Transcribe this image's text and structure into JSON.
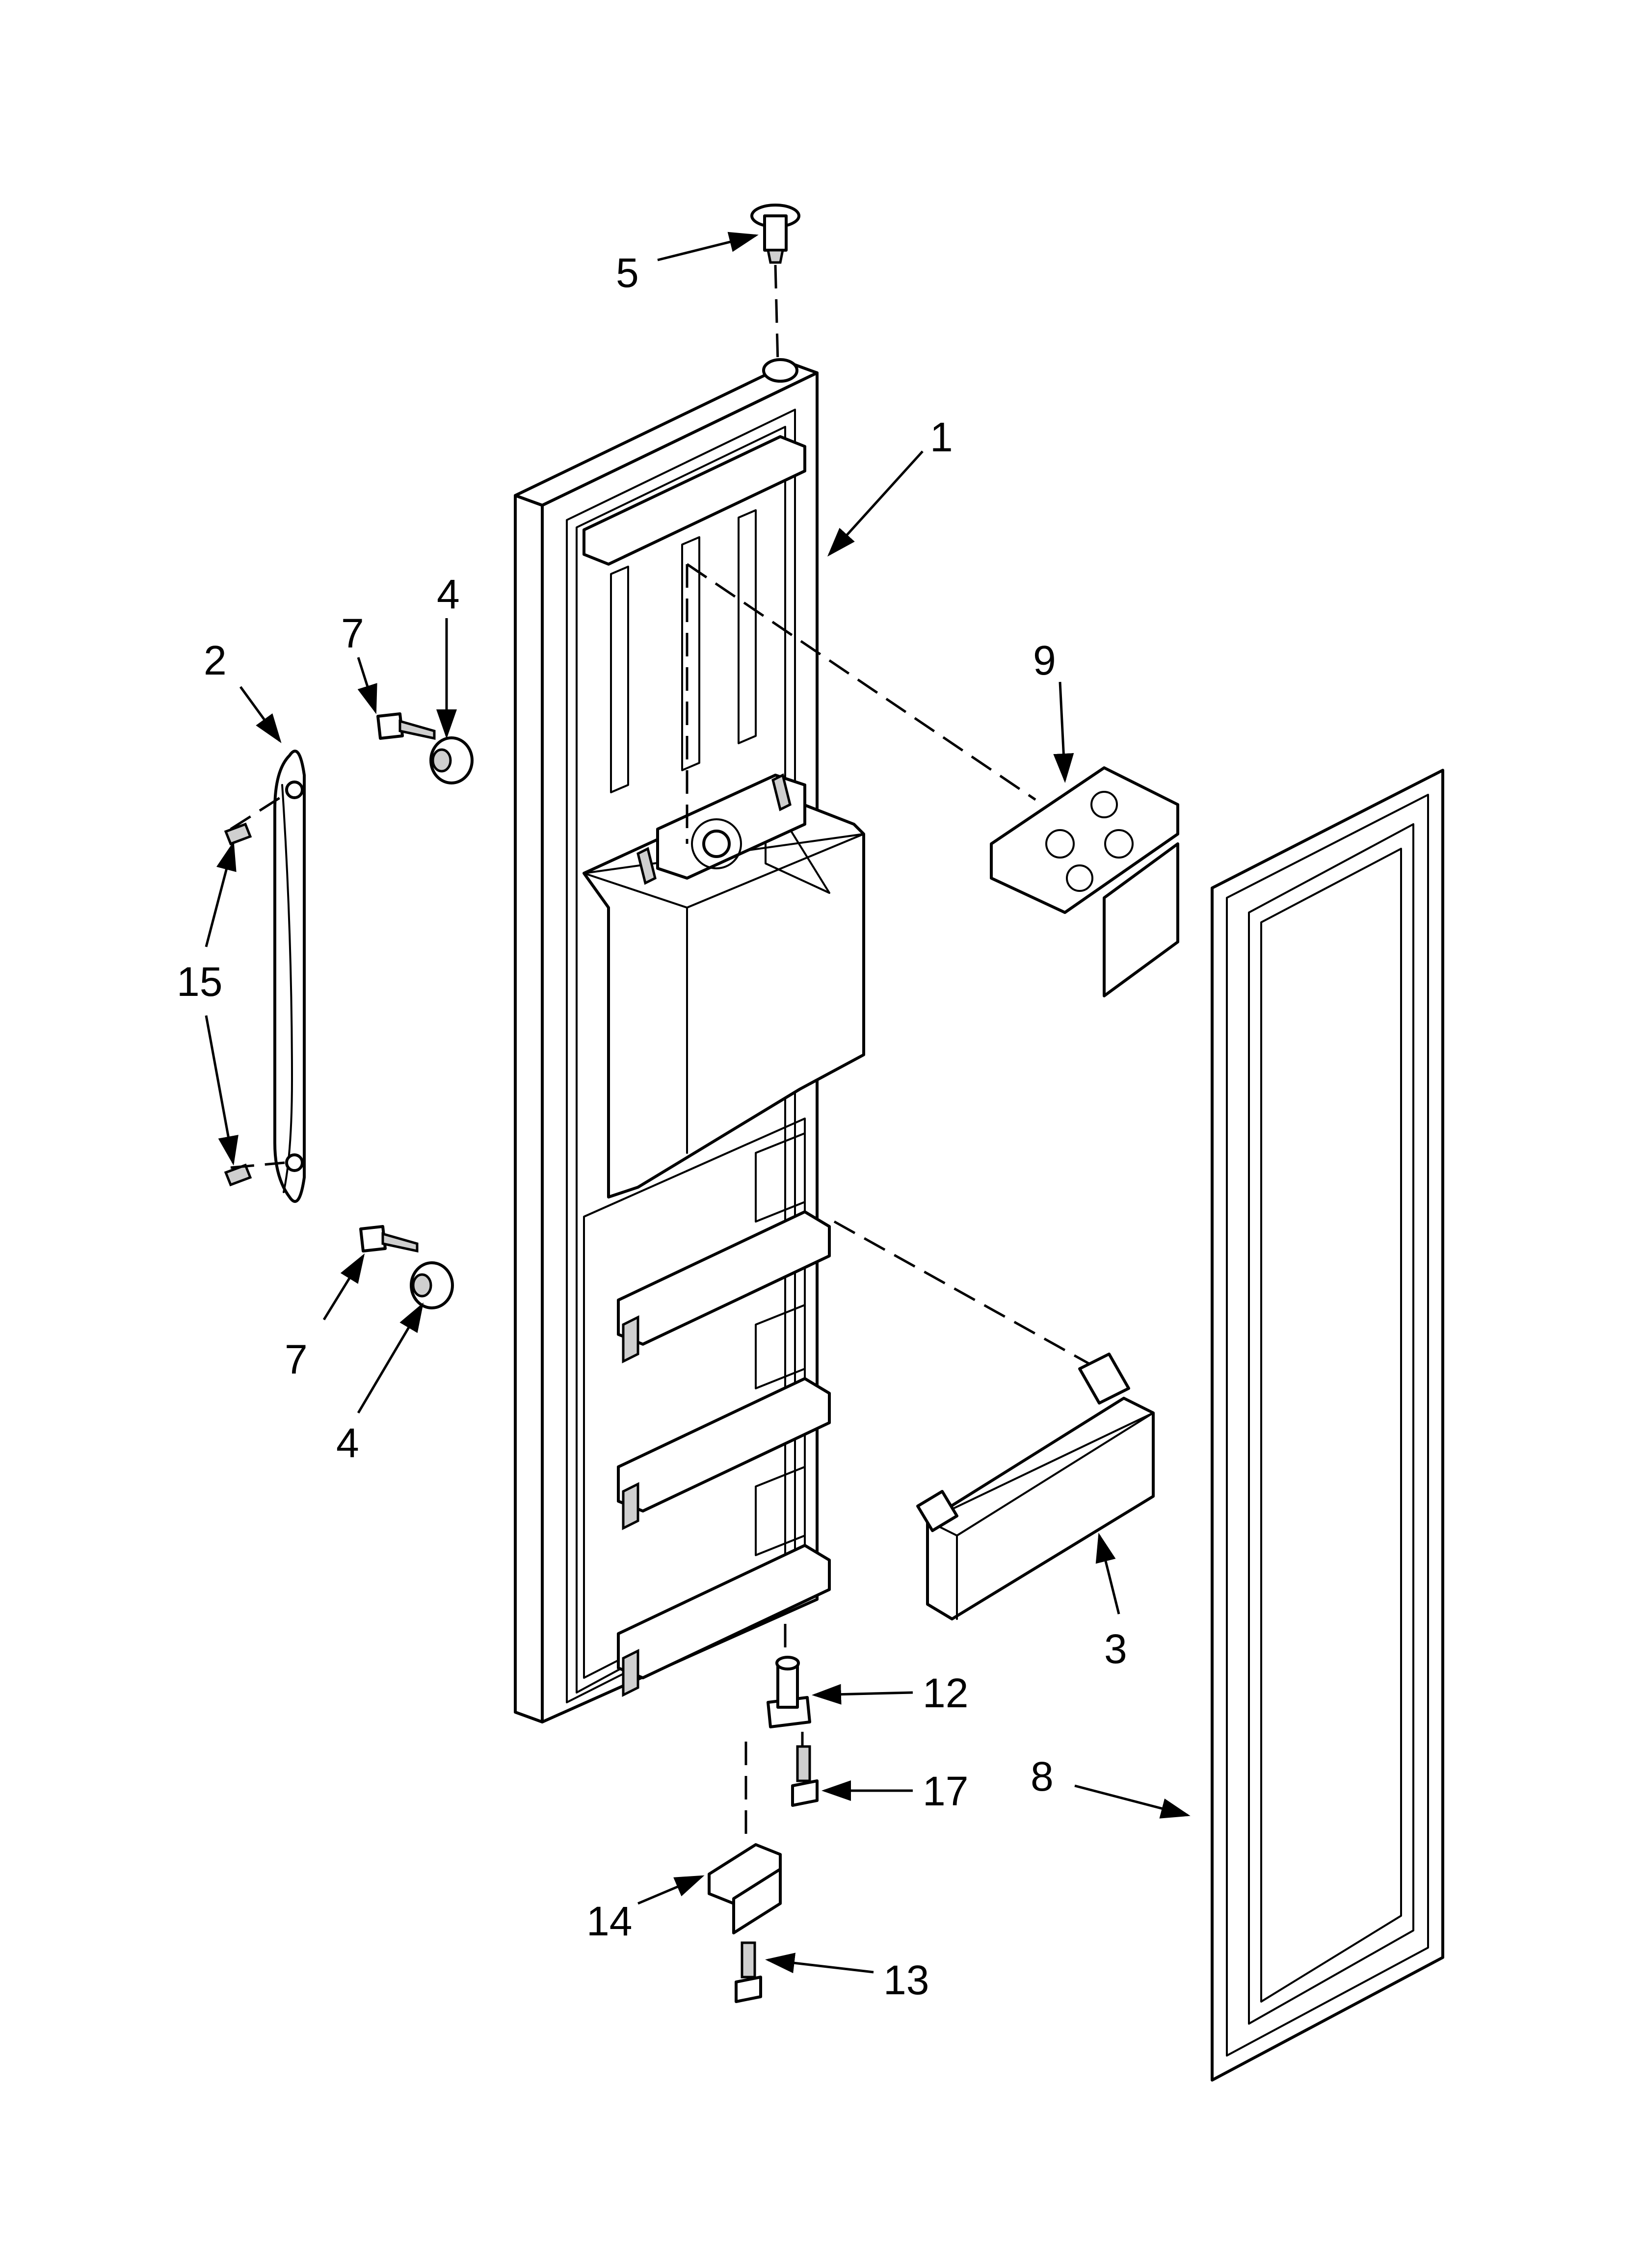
{
  "callouts": {
    "c1": "1",
    "c2": "2",
    "c3": "3",
    "c4a": "4",
    "c4b": "4",
    "c5": "5",
    "c7a": "7",
    "c7b": "7",
    "c8": "8",
    "c9": "9",
    "c12": "12",
    "c13": "13",
    "c14": "14",
    "c15": "15",
    "c17": "17"
  }
}
